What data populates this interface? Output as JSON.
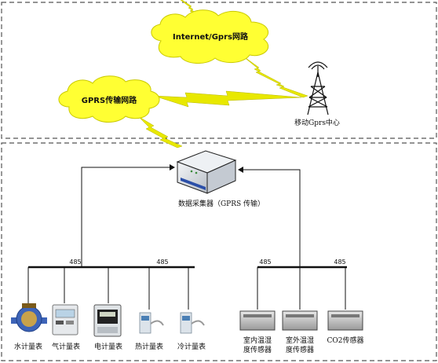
{
  "clouds": {
    "internet": "Internet/Gprs网路",
    "gprs": "GPRS传输网路"
  },
  "tower_label": "移动Gprs中心",
  "router_label": "数据采集器（GPRS 传输）",
  "bus_labels": {
    "meters_left": "485",
    "meters_right": "485",
    "sensors_left": "485",
    "sensors_right": "485"
  },
  "meters": [
    {
      "label": "水计量表",
      "icon": "water-meter-icon"
    },
    {
      "label": "气计量表",
      "icon": "gas-meter-icon"
    },
    {
      "label": "电计量表",
      "icon": "electric-meter-icon"
    },
    {
      "label": "热计量表",
      "icon": "heat-meter-icon"
    },
    {
      "label": "冷计量表",
      "icon": "cold-meter-icon"
    }
  ],
  "sensors": [
    {
      "line1": "室内温湿",
      "line2": "度传感器",
      "icon": "indoor-sensor-icon"
    },
    {
      "line1": "室外温湿",
      "line2": "度传感器",
      "icon": "outdoor-sensor-icon"
    },
    {
      "line1": "CO2传感器",
      "line2": "",
      "icon": "co2-sensor-icon"
    }
  ],
  "colors": {
    "cloud_fill": "#ffff33",
    "lightning": "#e8e800",
    "dashed_border": "#555555",
    "router_body": "#d8dde4",
    "router_strip": "#2b4fa8"
  }
}
